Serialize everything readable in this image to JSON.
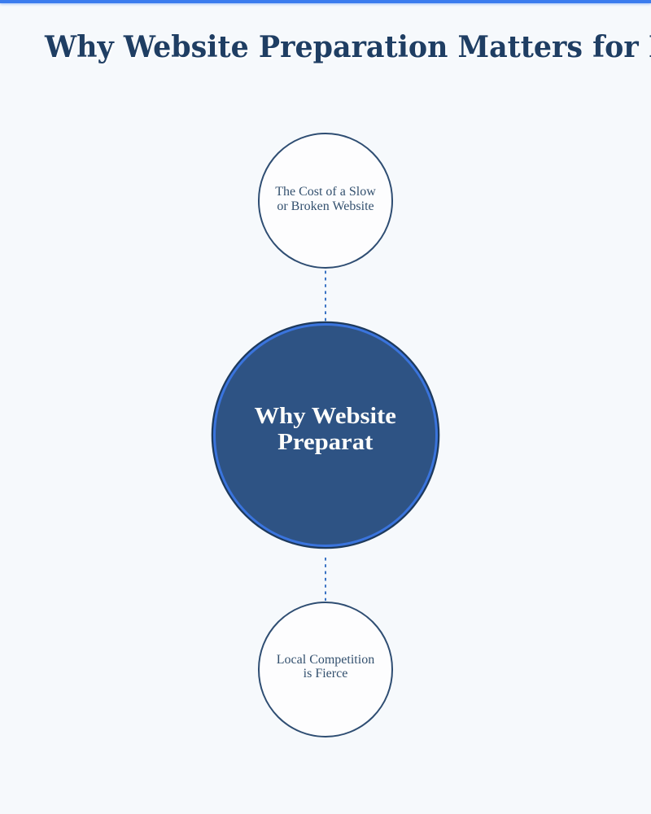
{
  "page": {
    "background_color": "#f6f9fc",
    "accent_bar_color": "#3b7cee"
  },
  "title": {
    "text": "Why Website Preparation Matters for Local Businesses",
    "color": "#1f3e63"
  },
  "diagram": {
    "type": "hub-and-spoke",
    "hub": {
      "line1": "Why Website",
      "line2": "Preparat",
      "fill_color": "#2e5384",
      "ring_color": "#3a74dd",
      "outline_color": "#1e3a5c",
      "text_color": "#ffffff"
    },
    "nodes": [
      {
        "id": "top",
        "line1": "The Cost of a Slow",
        "line2": "or Broken Website",
        "fill_color": "#fdfdfe",
        "border_color": "#2e4d72",
        "text_color": "#33506e"
      },
      {
        "id": "bottom",
        "line1": "Local Competition",
        "line2": "is Fierce",
        "fill_color": "#fdfdfe",
        "border_color": "#2e4d72",
        "text_color": "#33506e"
      }
    ],
    "connector_color": "#3b74c4",
    "connector_style": "dashed"
  }
}
